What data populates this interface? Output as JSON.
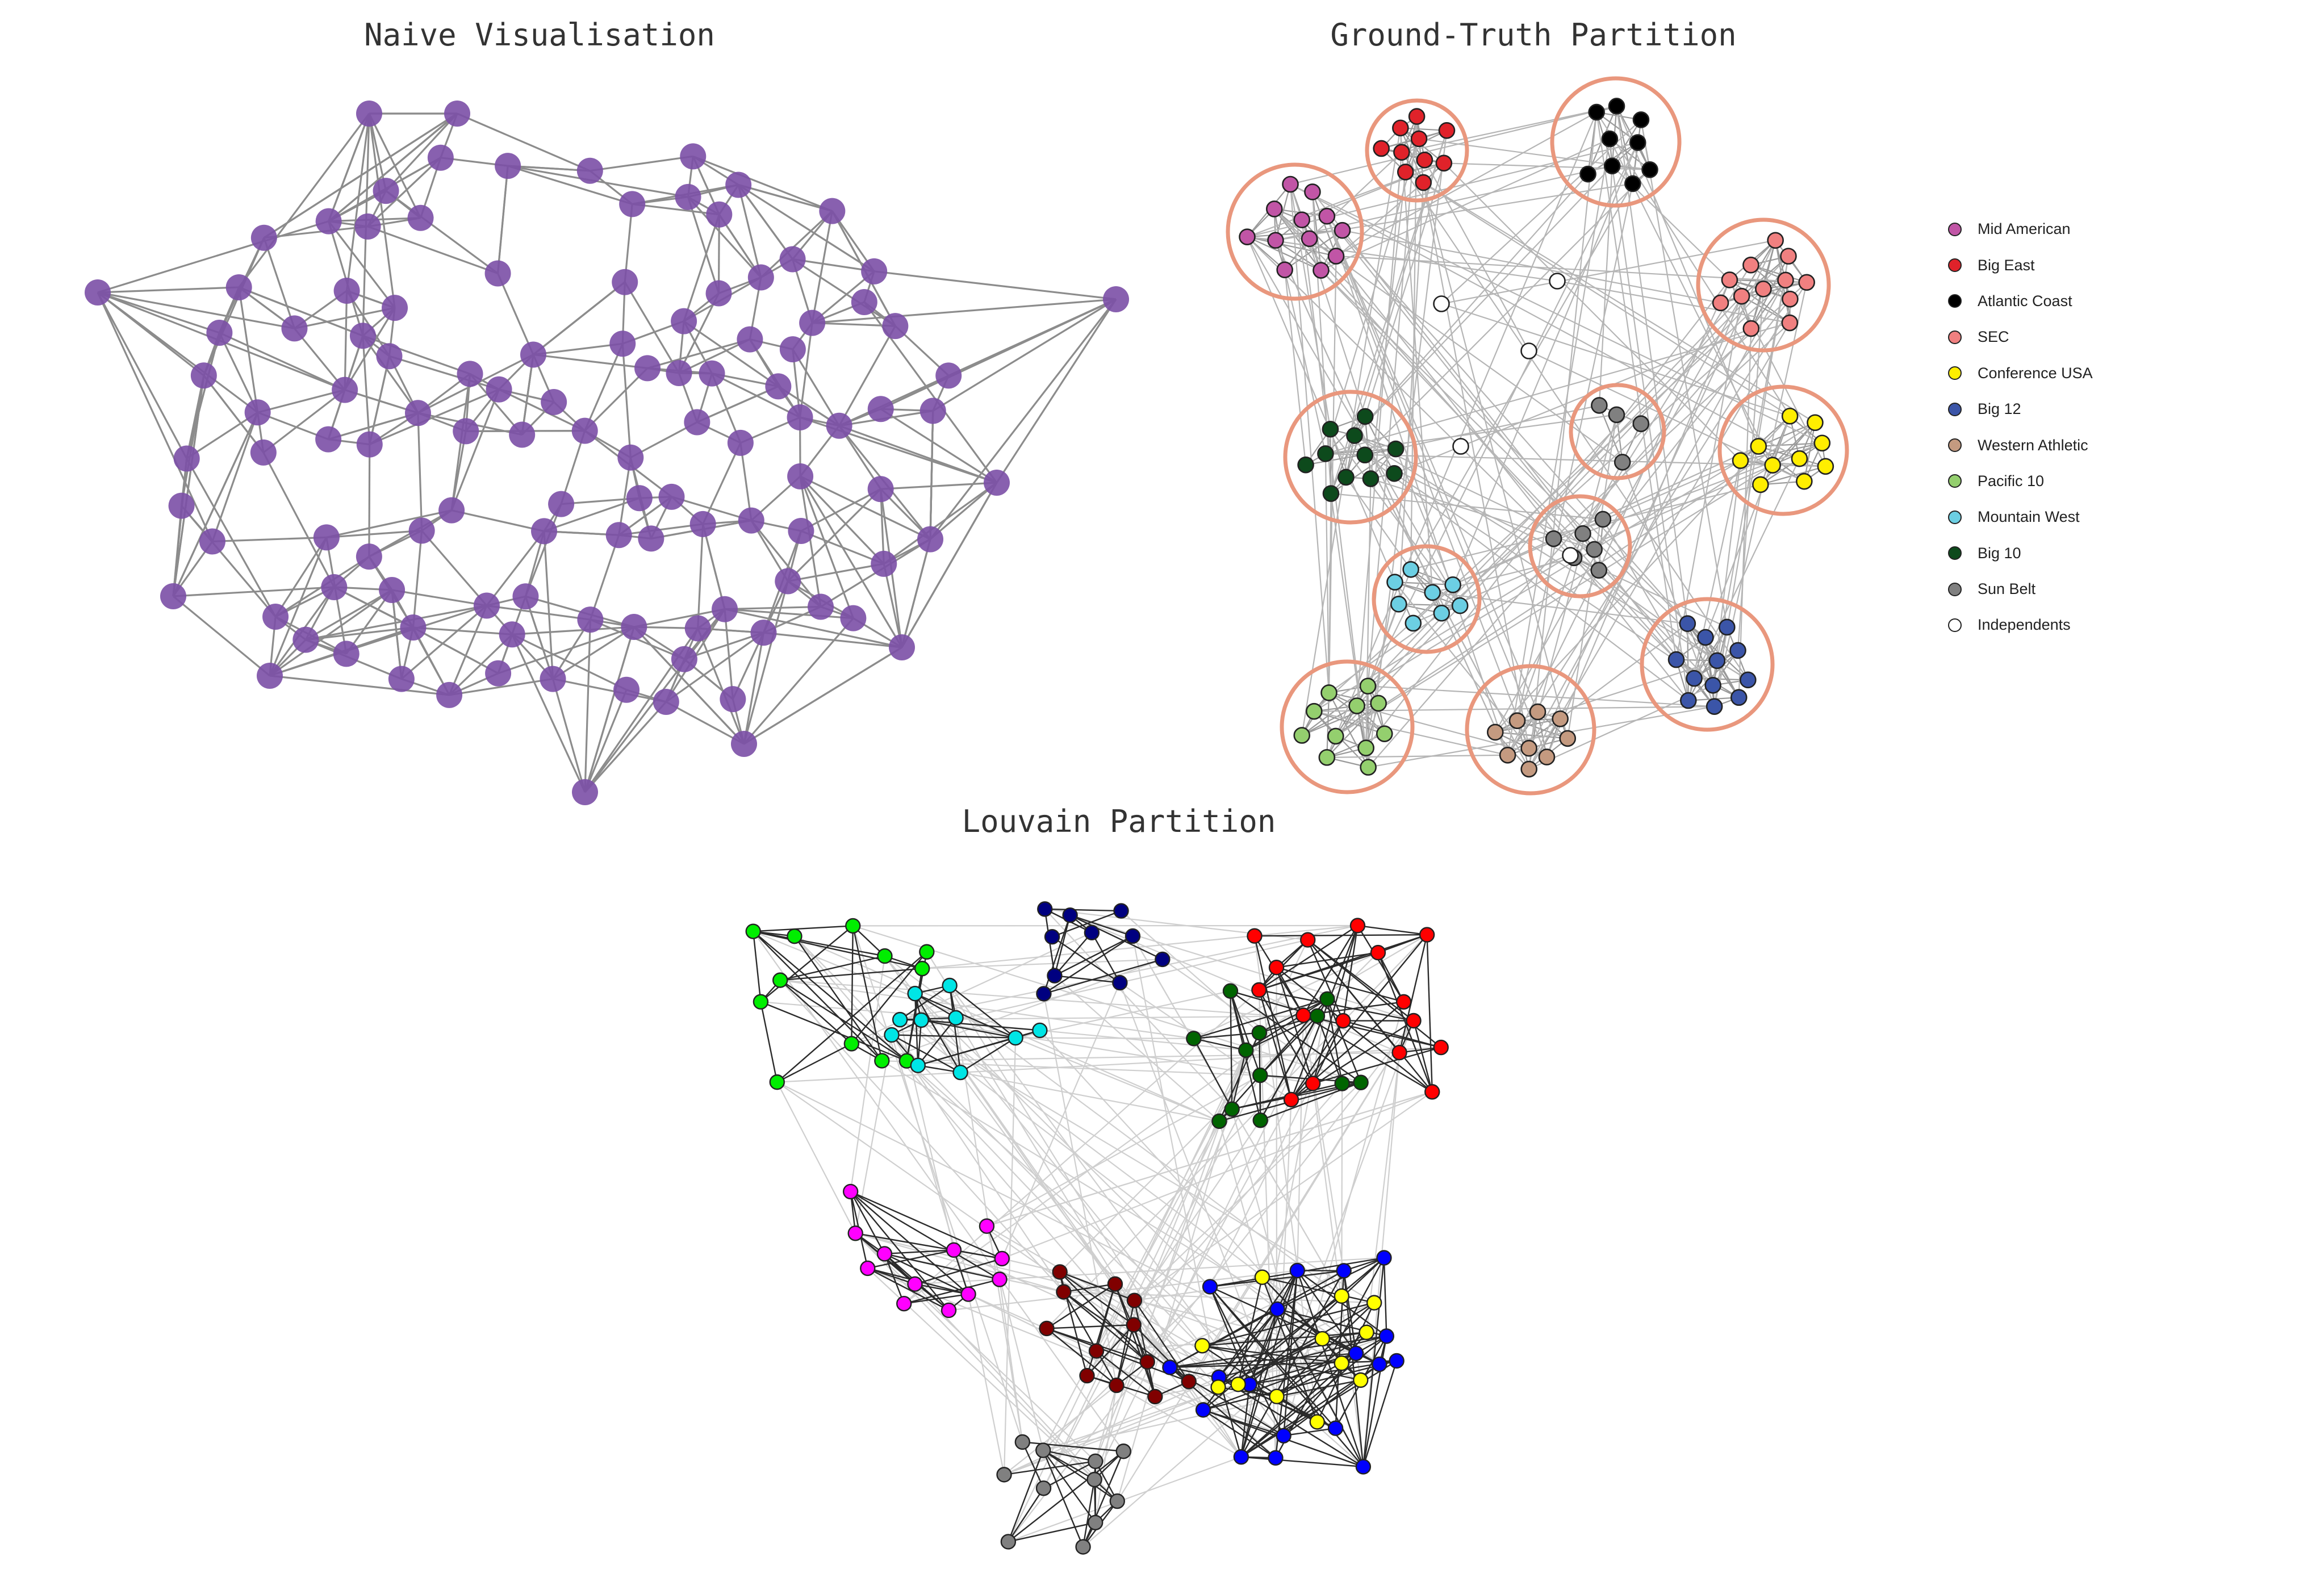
{
  "titles": {
    "naive": "Naive Visualisation",
    "ground_truth": "Ground-Truth Partition",
    "louvain": "Louvain Partition"
  },
  "colors": {
    "naive_node": "#7b4fa6",
    "naive_edge": "#8c8c8c",
    "cluster_ring": "#e9977d",
    "truth_edge": "#b5b5b5",
    "louvain_edge_intra": "#2b2b2b",
    "louvain_edge_inter": "#cfcfcf"
  },
  "legend": [
    {
      "label": "Mid American",
      "color": "#c155a6"
    },
    {
      "label": "Big East",
      "color": "#e0222a"
    },
    {
      "label": "Atlantic Coast",
      "color": "#000000"
    },
    {
      "label": "SEC",
      "color": "#f08080"
    },
    {
      "label": "Conference USA",
      "color": "#ffee00"
    },
    {
      "label": "Big 12",
      "color": "#3b55a8"
    },
    {
      "label": "Western Athletic",
      "color": "#c49a80"
    },
    {
      "label": "Pacific 10",
      "color": "#94cf6e"
    },
    {
      "label": "Mountain West",
      "color": "#6ccfe3"
    },
    {
      "label": "Big 10",
      "color": "#0d4a1c"
    },
    {
      "label": "Sun Belt",
      "color": "#808080"
    },
    {
      "label": "Independents",
      "color": "#ffffff"
    }
  ],
  "louvain_communities": [
    {
      "color": "#00ee00"
    },
    {
      "color": "#00e5e5"
    },
    {
      "color": "#000080"
    },
    {
      "color": "#ff0000"
    },
    {
      "color": "#006400"
    },
    {
      "color": "#ff00ff"
    },
    {
      "color": "#800000"
    },
    {
      "color": "#0000ff"
    },
    {
      "color": "#ffff00"
    },
    {
      "color": "#808080"
    }
  ]
}
